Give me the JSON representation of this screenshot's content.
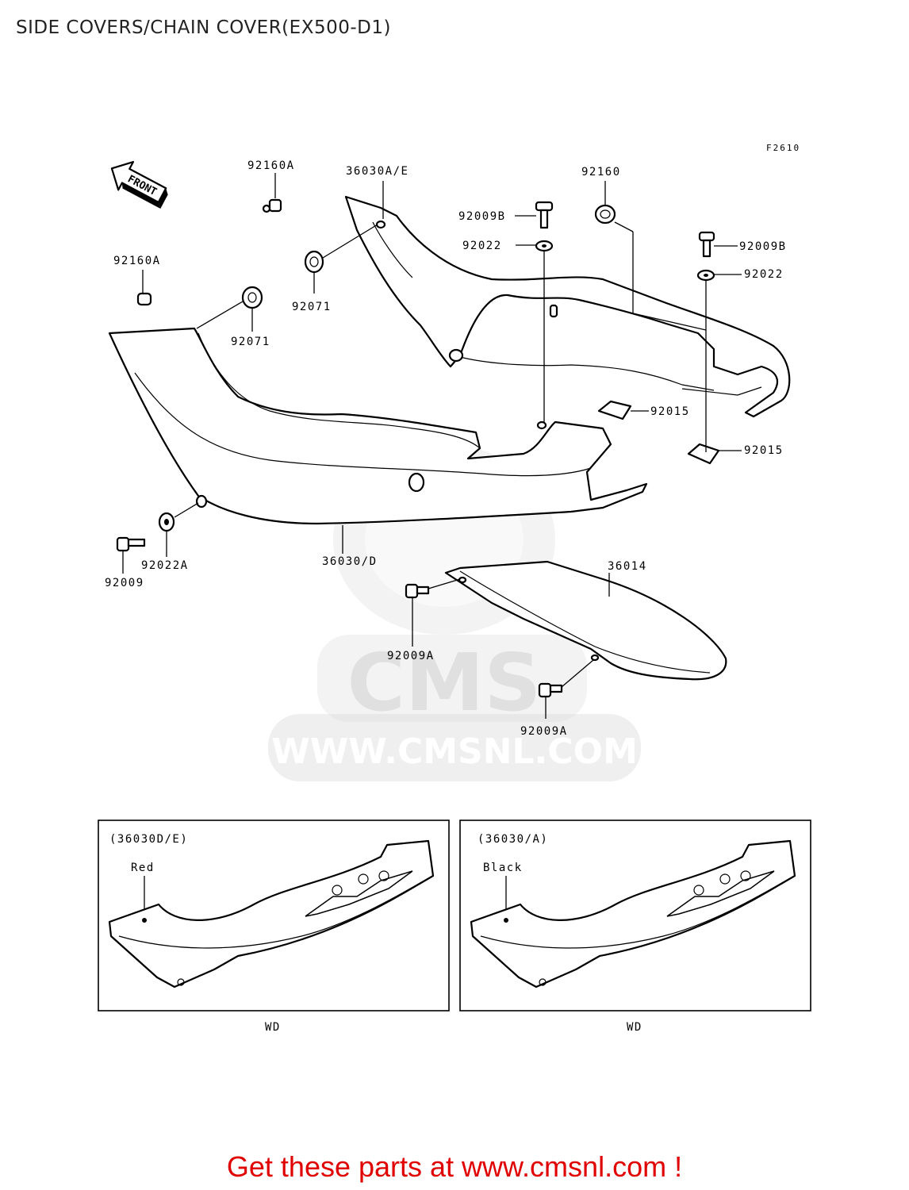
{
  "title": "SIDE COVERS/CHAIN COVER(EX500-D1)",
  "figure_code": "F2610",
  "front_arrow": "FRONT",
  "labels": {
    "p92160A_top": "92160A",
    "p36030AE": "36030A/E",
    "p92160": "92160",
    "p92009B_a": "92009B",
    "p92022_a": "92022",
    "p92009B_b": "92009B",
    "p92022_b": "92022",
    "p92160A_left": "92160A",
    "p92071_a": "92071",
    "p92071_b": "92071",
    "p92015_a": "92015",
    "p92015_b": "92015",
    "p36030D": "36030/D",
    "p92022A": "92022A",
    "p92009": "92009",
    "p36014": "36014",
    "p92009A_a": "92009A",
    "p92009A_b": "92009A"
  },
  "watermark": "WWW.CMSNL.COM",
  "watermark_logo": "CMS",
  "insets": [
    {
      "code": "(36030D/E)",
      "color": "Red",
      "caption": "WD"
    },
    {
      "code": "(36030/A)",
      "color": "Black",
      "caption": "WD"
    }
  ],
  "footer": "Get these parts at www.cmsnl.com !"
}
